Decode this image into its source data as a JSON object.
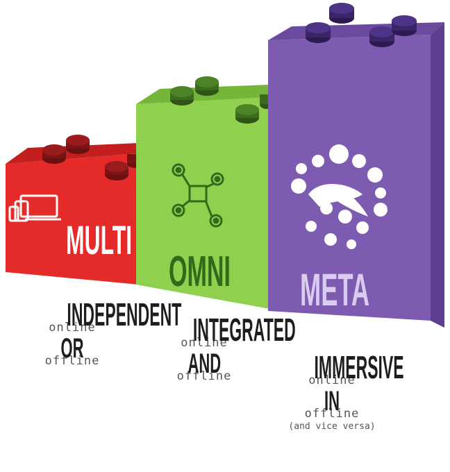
{
  "blocks": [
    {
      "label": "MULTI",
      "color": "#e52a2a",
      "side": "#b91d1d",
      "stud": "#7a1414"
    },
    {
      "label": "OMNI",
      "color": "#8fd14f",
      "side": "#6fae35",
      "stud": "#3d6b1e"
    },
    {
      "label": "META",
      "color": "#7d5bb0",
      "side": "#5e3f8f",
      "stud": "#3a2566"
    }
  ],
  "captions": {
    "multi": {
      "title": "INDEPENDENT",
      "word1": "online",
      "joiner": "OR",
      "word2": "offline"
    },
    "omni": {
      "title": "INTEGRATED",
      "word1": "online",
      "joiner": "AND",
      "word2": "offline"
    },
    "meta": {
      "title": "IMMERSIVE",
      "word1": "online",
      "joiner": "IN",
      "word2": "offline",
      "note": "(and vice versa)"
    }
  },
  "icons": {
    "multi": "devices-icon",
    "omni": "drone-network-icon",
    "meta": "molecule-swirl-icon"
  }
}
